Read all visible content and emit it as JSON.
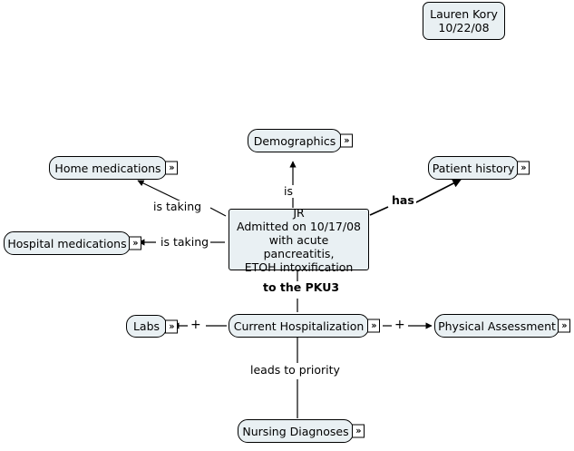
{
  "stamp": {
    "author": "Lauren Kory",
    "date": "10/22/08"
  },
  "icons": {
    "expand": "»"
  },
  "nodes": [
    {
      "id": "demographics",
      "label": "Demographics",
      "expand": true
    },
    {
      "id": "home-meds",
      "label": "Home medications",
      "expand": true
    },
    {
      "id": "patient-history",
      "label": "Patient history",
      "expand": true
    },
    {
      "id": "hospital-meds",
      "label": "Hospital medications",
      "expand": true
    },
    {
      "id": "jr",
      "label_lines": [
        "JR",
        "Admitted on 10/17/08",
        "with acute pancreatitis,",
        "ETOH intoxification"
      ],
      "expand": false
    },
    {
      "id": "labs",
      "label": "Labs",
      "expand": true
    },
    {
      "id": "current-hosp",
      "label": "Current Hospitalization",
      "expand": true
    },
    {
      "id": "physical-assessment",
      "label": "Physical Assessment",
      "expand": true
    },
    {
      "id": "nursing-dx",
      "label": "Nursing Diagnoses",
      "expand": true
    }
  ],
  "edge_labels": {
    "is": "is",
    "has": "has",
    "is_taking_home": "is taking",
    "is_taking_hospital": "is taking",
    "to_the_pku3": "to the PKU3",
    "plus_labs": "+",
    "plus_physical": "+",
    "leads_to_priority": "leads to priority"
  },
  "colors": {
    "node_fill": "#e9f0f3",
    "node_stroke": "#000000",
    "edge_stroke": "#000000",
    "background": "#ffffff"
  }
}
